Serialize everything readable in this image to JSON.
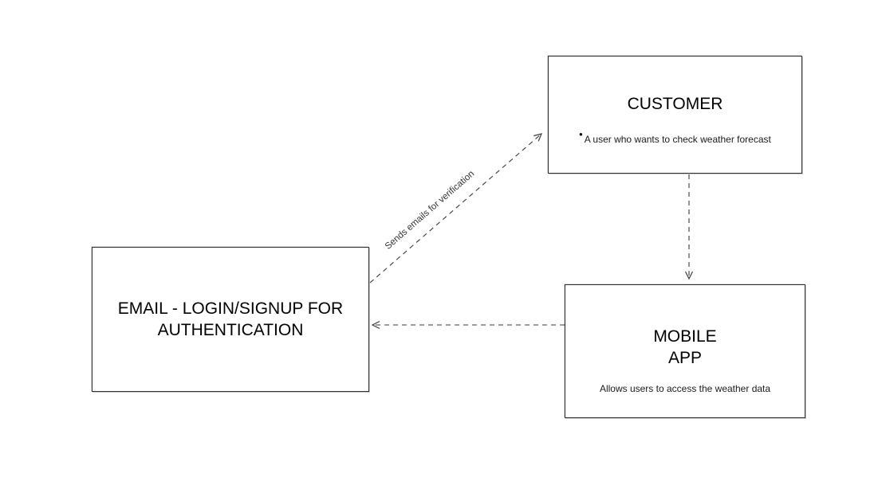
{
  "diagram": {
    "colors": {
      "background": "#ffffff",
      "stroke": "#3a3a3a",
      "node_border": "#2f2f2f",
      "title_text": "#000000",
      "label_text": "#333333"
    },
    "nodes": {
      "customer": {
        "title": "CUSTOMER",
        "bullet": "•",
        "description": "A user who wants to check weather forecast"
      },
      "email": {
        "title": "EMAIL - LOGIN/SIGNUP FOR AUTHENTICATION"
      },
      "mobile_app": {
        "title": "MOBILE APP",
        "description": "Allows users to access the weather data"
      }
    },
    "edges": {
      "email_to_customer": {
        "from": "email",
        "to": "customer",
        "label": "Sends emails for verification",
        "style": "dashed-open-arrow"
      },
      "customer_to_mobile_app": {
        "from": "customer",
        "to": "mobile_app",
        "label": "",
        "style": "dashed-open-arrow"
      },
      "mobile_app_to_email": {
        "from": "mobile_app",
        "to": "email",
        "label": "",
        "style": "dashed-open-arrow"
      }
    }
  }
}
